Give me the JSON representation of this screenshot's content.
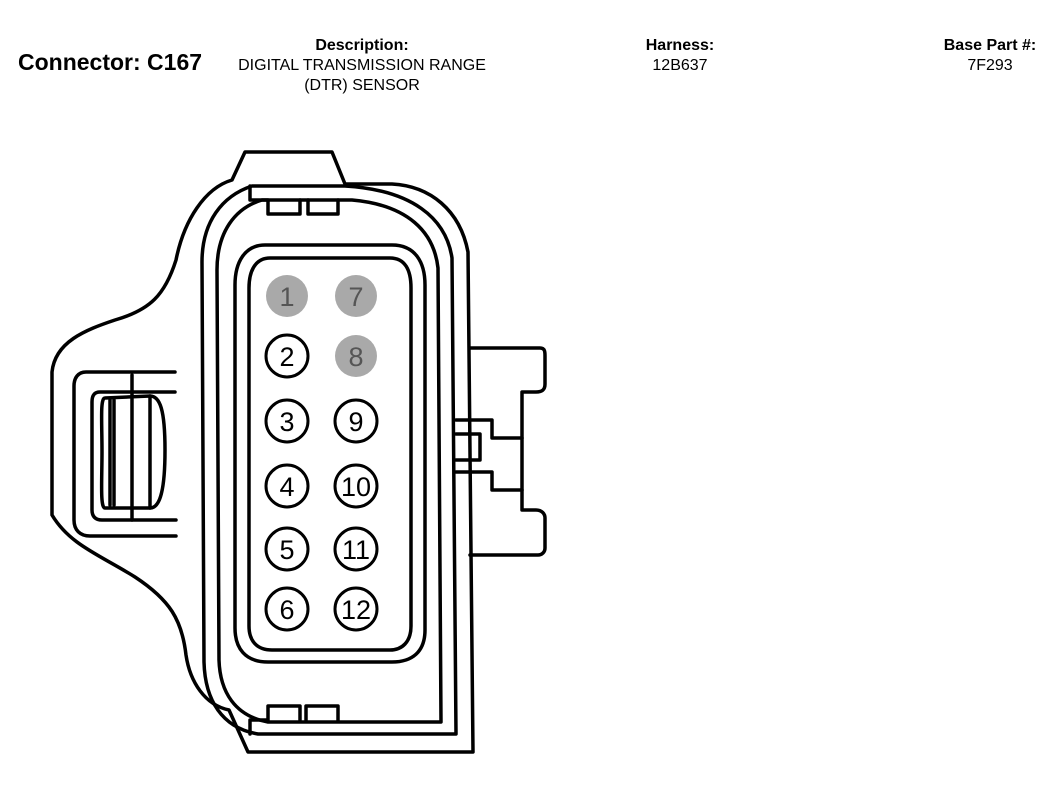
{
  "header": {
    "connector_label": "Connector: C167",
    "description_label": "Description:",
    "description_line1": "DIGITAL TRANSMISSION RANGE",
    "description_line2": "(DTR) SENSOR",
    "harness_label": "Harness:",
    "harness_value": "12B637",
    "base_part_label": "Base Part #:",
    "base_part_value": "7F293"
  },
  "colors": {
    "pin_highlight": "#a9a9a9",
    "outline": "#000000"
  },
  "pins": [
    {
      "label": "1",
      "highlighted": true
    },
    {
      "label": "7",
      "highlighted": true
    },
    {
      "label": "2",
      "highlighted": false
    },
    {
      "label": "8",
      "highlighted": true
    },
    {
      "label": "3",
      "highlighted": false
    },
    {
      "label": "9",
      "highlighted": false
    },
    {
      "label": "4",
      "highlighted": false
    },
    {
      "label": "10",
      "highlighted": false
    },
    {
      "label": "5",
      "highlighted": false
    },
    {
      "label": "11",
      "highlighted": false
    },
    {
      "label": "6",
      "highlighted": false
    },
    {
      "label": "12",
      "highlighted": false
    }
  ]
}
